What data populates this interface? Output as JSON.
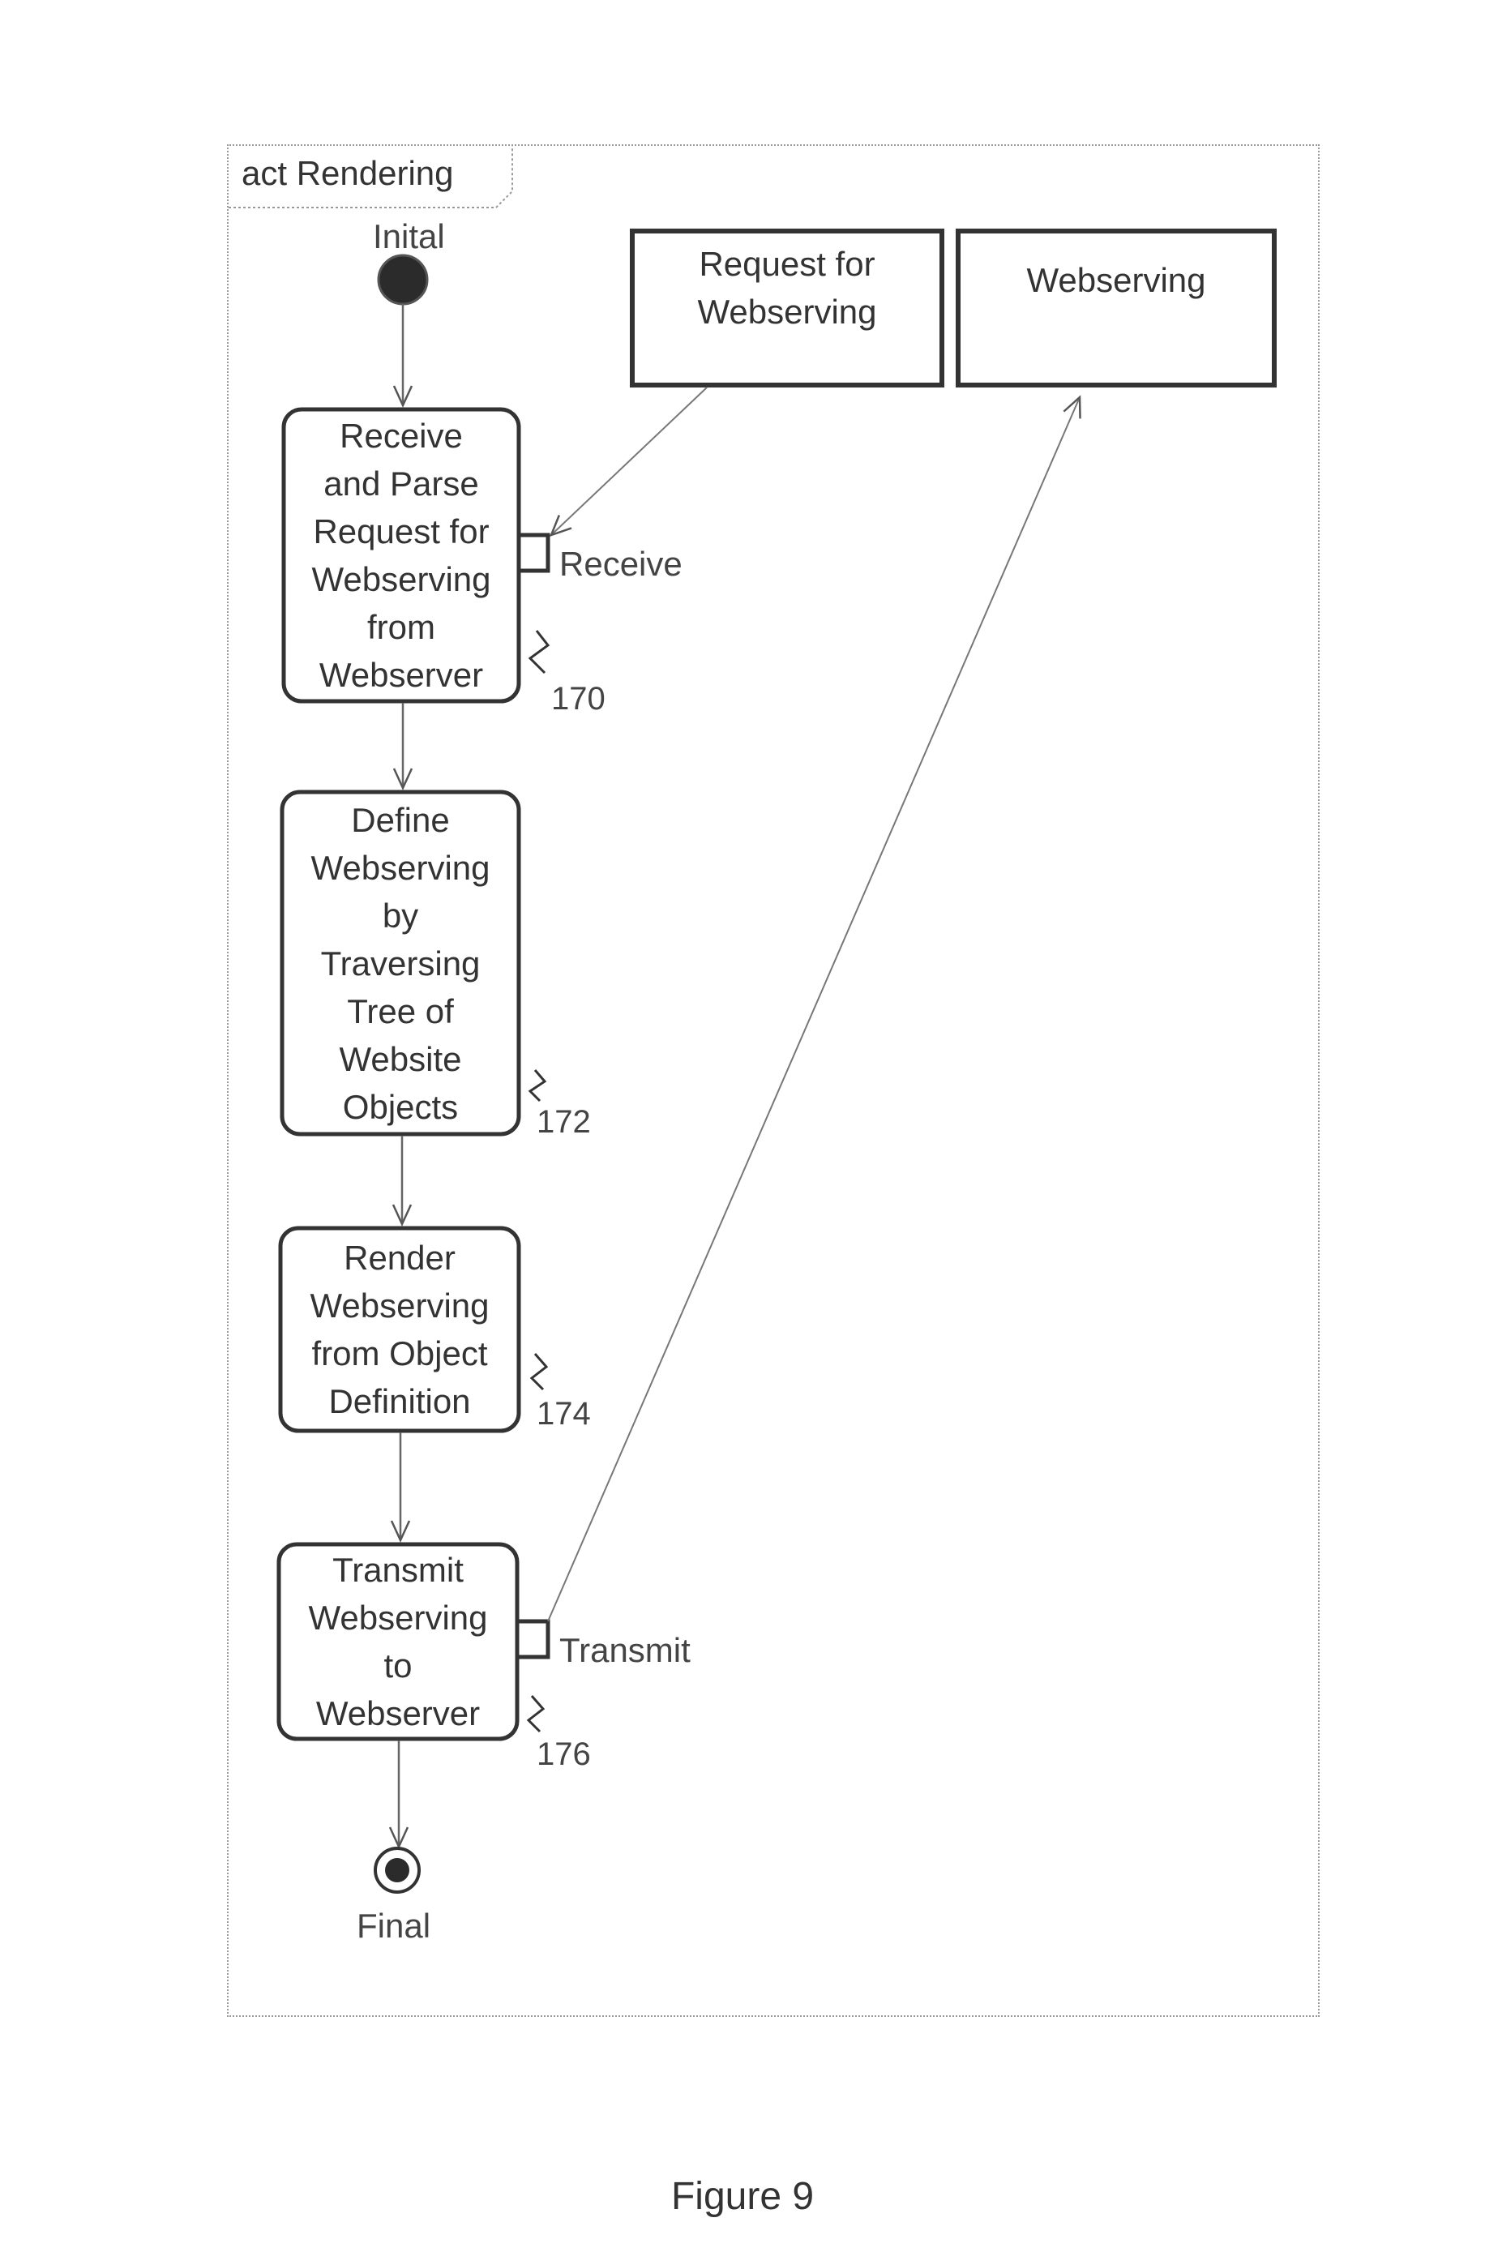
{
  "frame": {
    "title": "act Rendering"
  },
  "initial_node": {
    "label": "Inital"
  },
  "final_node": {
    "label": "Final"
  },
  "objects": [
    {
      "id": "request",
      "label": "Request for\nWebserving"
    },
    {
      "id": "webserving",
      "label": "Webserving"
    }
  ],
  "actions": [
    {
      "id": "receive",
      "label": "Receive\nand Parse\nRequest for\nWebserving\nfrom\nWebserver",
      "ref": "170",
      "pin": "Receive"
    },
    {
      "id": "define",
      "label": "Define\nWebserving\nby\nTraversing\nTree of\nWebsite\nObjects",
      "ref": "172"
    },
    {
      "id": "render",
      "label": "Render\nWebserving\nfrom Object\nDefinition",
      "ref": "174"
    },
    {
      "id": "transmit",
      "label": "Transmit\nWebserving\nto\nWebserver",
      "ref": "176",
      "pin": "Transmit"
    }
  ],
  "caption": "Figure 9"
}
